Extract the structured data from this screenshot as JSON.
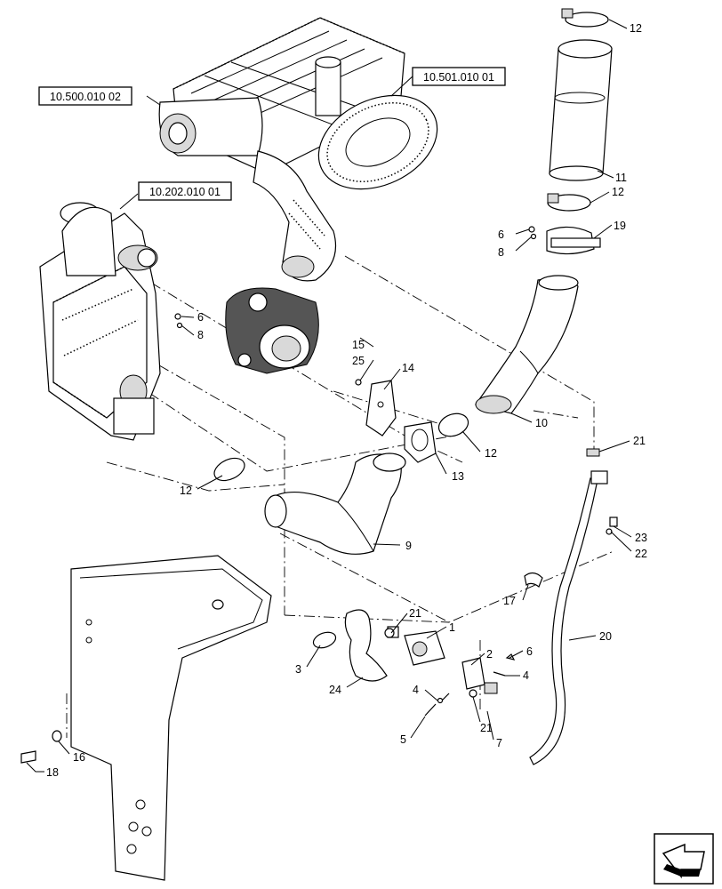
{
  "reference_boxes": [
    {
      "id": "ref_500",
      "label": "10.500.010 02"
    },
    {
      "id": "ref_501",
      "label": "10.501.010 01"
    },
    {
      "id": "ref_202",
      "label": "10.202.010 01"
    }
  ],
  "callouts": {
    "c12a": "12",
    "c11": "11",
    "c12b": "12",
    "c19": "19",
    "c6a": "6",
    "c8a": "8",
    "c6b": "6",
    "c8b": "8",
    "c15": "15",
    "c25": "25",
    "c14": "14",
    "c10": "10",
    "c13": "13",
    "c12c": "12",
    "c12d": "12",
    "c9": "9",
    "c21a": "21",
    "c23": "23",
    "c22": "22",
    "c17": "17",
    "c20": "20",
    "c21b": "21",
    "c1": "1",
    "c2": "2",
    "c6c": "6",
    "c4a": "4",
    "c3": "3",
    "c24": "24",
    "c4b": "4",
    "c21c": "21",
    "c5": "5",
    "c7": "7",
    "c16": "16",
    "c18": "18"
  },
  "nav_icon": "next-page-arrow-icon"
}
